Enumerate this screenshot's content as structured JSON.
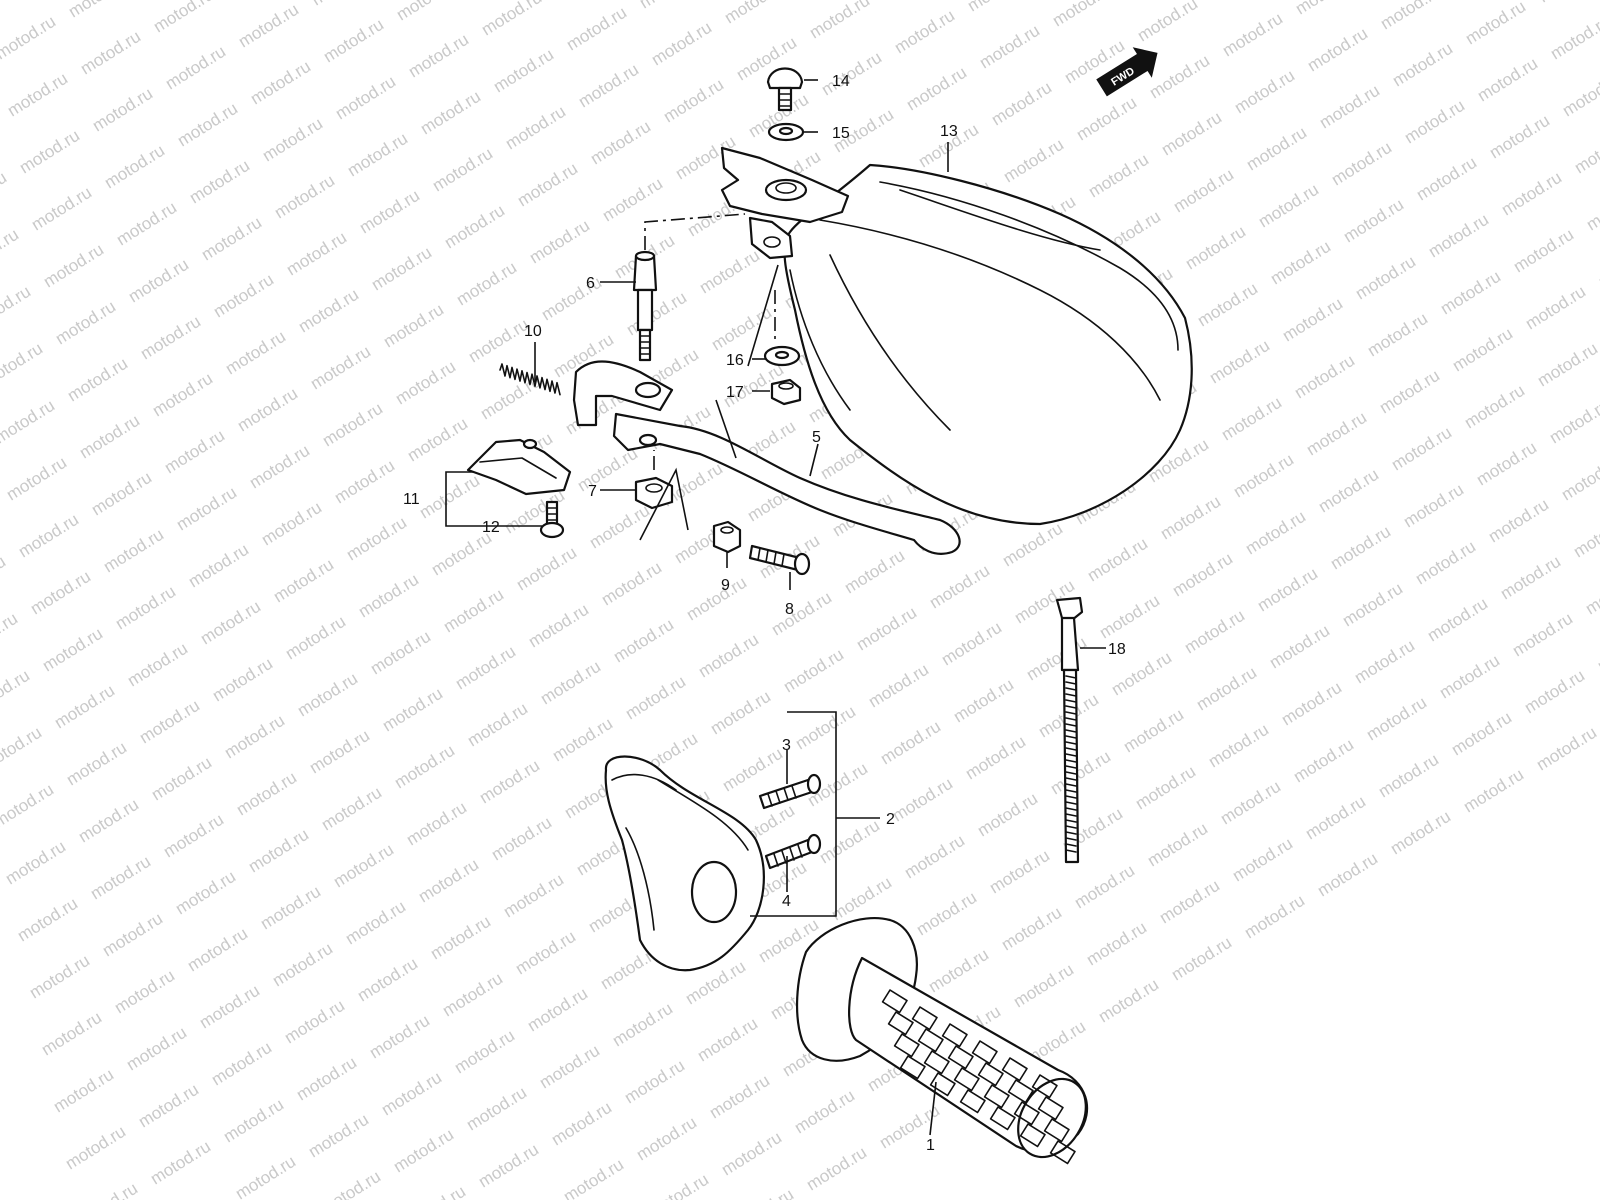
{
  "watermark": "motod.ru",
  "direction_badge": "FWD",
  "callouts": [
    "1",
    "2",
    "3",
    "4",
    "5",
    "6",
    "7",
    "8",
    "9",
    "10",
    "11",
    "12",
    "13",
    "14",
    "15",
    "16",
    "17",
    "18"
  ]
}
